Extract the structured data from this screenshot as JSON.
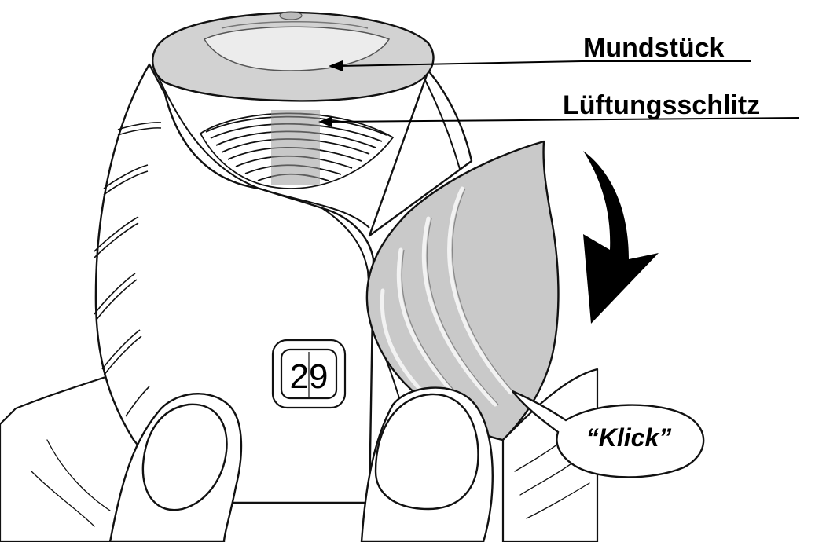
{
  "labels": {
    "mouthpiece": "Mundstück",
    "air_vents": "Lüftungsschlitz"
  },
  "counter": {
    "value": "29"
  },
  "callout": {
    "sound": "“Klick”"
  },
  "colors": {
    "outline": "#111111",
    "grip_gray": "#c9c9c9",
    "mouthpiece_gray": "#cfcfcf",
    "arrow": "#000000",
    "background": "#ffffff"
  }
}
